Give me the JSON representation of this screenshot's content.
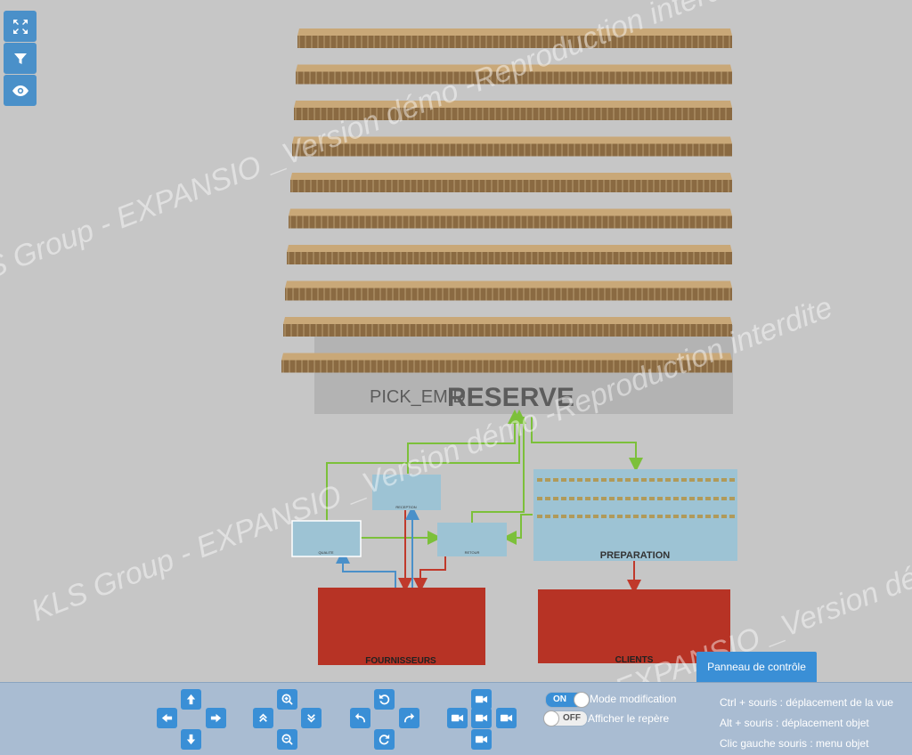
{
  "side_toolbar": {
    "icons": [
      "fullscreen-icon",
      "filter-icon",
      "eye-icon"
    ]
  },
  "watermark": {
    "text": "KLS Group - EXPANSIO _Version démo -Reproduction interdite"
  },
  "scene": {
    "zone_labels": {
      "pick": "PICK_EMID",
      "reserve": "RESERVE"
    },
    "boxes": {
      "reception": "RECEPTION",
      "qualite": "QUALITE",
      "retour": "RETOUR",
      "preparation": "PREPARATION",
      "fournisseurs": "FOURNISSEURS",
      "clients": "CLIENTS"
    },
    "colors": {
      "rack": "#c9a878",
      "rack_dark": "#8a6a42",
      "box_blue": "#9dc3d4",
      "box_red": "#b73325",
      "flow_green": "#7cc03a",
      "flow_blue": "#4a90c9",
      "flow_red": "#c0392b"
    }
  },
  "control_panel": {
    "tab_label": "Panneau de contrôle"
  },
  "bottom_bar": {
    "toggles": {
      "mode": {
        "state": "ON",
        "label": "Mode modification"
      },
      "repere": {
        "state": "OFF",
        "label": "Afficher le repère"
      }
    },
    "hints": [
      "Ctrl + souris : déplacement de la vue",
      "Alt + souris : déplacement objet",
      "Clic gauche souris : menu objet"
    ]
  }
}
